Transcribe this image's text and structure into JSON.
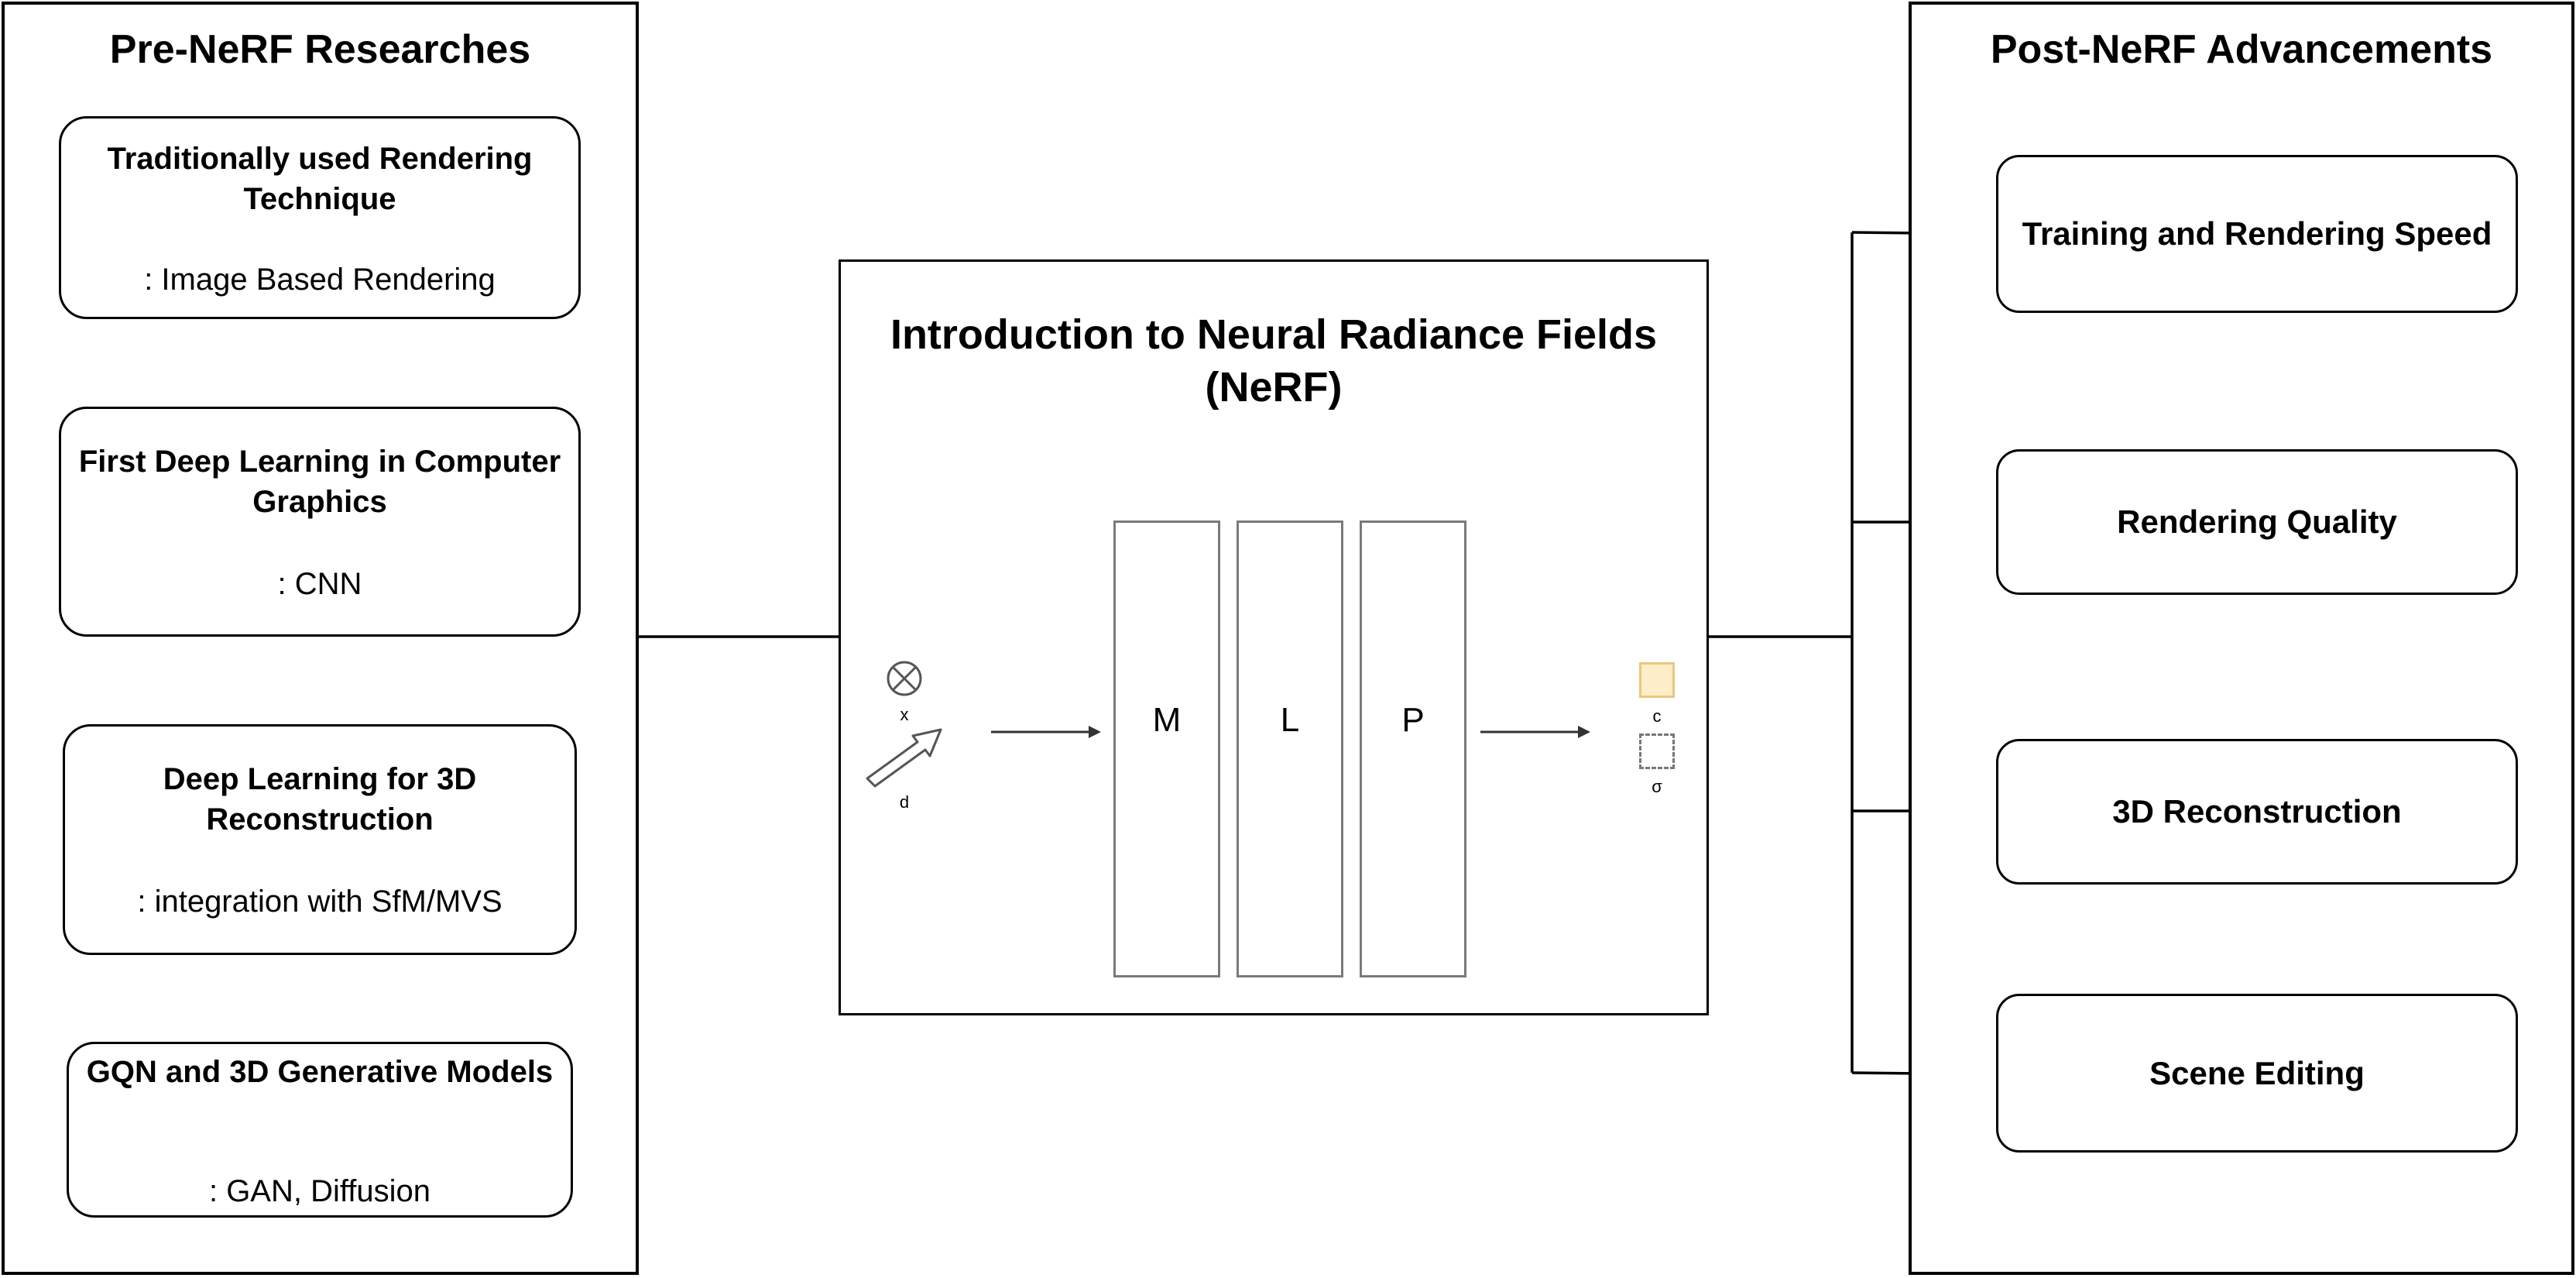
{
  "left_panel": {
    "title": "Pre-NeRF Researches",
    "items": [
      {
        "title": "Traditionally used Rendering Technique",
        "subtitle": ": Image Based Rendering"
      },
      {
        "title": "First Deep Learning in Computer Graphics",
        "subtitle": ": CNN"
      },
      {
        "title": "Deep Learning for 3D Reconstruction",
        "subtitle": ": integration with SfM/MVS"
      },
      {
        "title": "GQN and 3D Generative Models",
        "subtitle": ": GAN, Diffusion"
      }
    ]
  },
  "center_panel": {
    "title": "Introduction to Neural Radiance Fields (NeRF)",
    "mlp_letters": [
      "M",
      "L",
      "P"
    ],
    "inputs": {
      "position_label": "x",
      "direction_label": "d"
    },
    "outputs": {
      "color_label": "c",
      "density_label": "σ"
    },
    "colors": {
      "color_swatch_fill": "#fdeec9",
      "color_swatch_border": "#e9c77d"
    }
  },
  "right_panel": {
    "title": "Post-NeRF Advancements",
    "items": [
      "Training and Rendering Speed",
      "Rendering Quality",
      "3D Reconstruction",
      "Scene Editing"
    ]
  },
  "icons": {
    "position_icon": "circled-x-icon",
    "direction_icon": "arrow-icon"
  }
}
